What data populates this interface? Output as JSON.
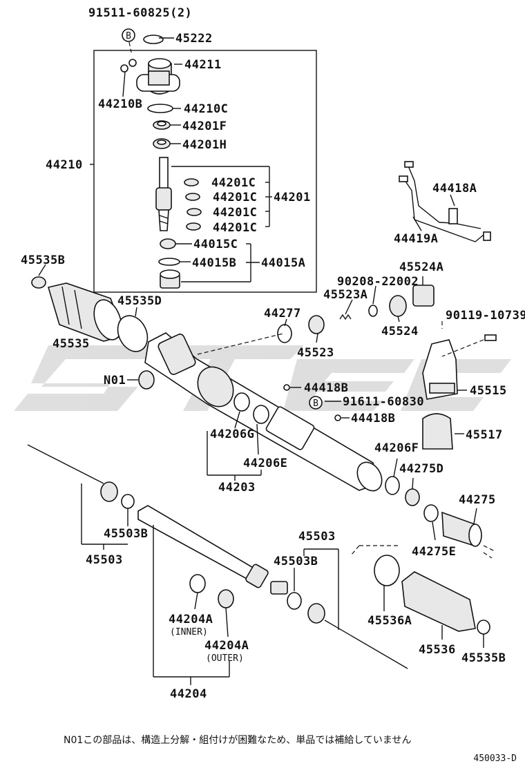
{
  "labels": {
    "p91511": "91511-60825(2)",
    "p45222": "45222",
    "p44211": "44211",
    "p44210B": "44210B",
    "p44210C": "44210C",
    "p44201F": "44201F",
    "p44201H": "44201H",
    "p44210": "44210",
    "p44201C_1": "44201C",
    "p44201C_2": "44201C",
    "p44201C_3": "44201C",
    "p44201C_4": "44201C",
    "p44201": "44201",
    "p44015C": "44015C",
    "p44015B": "44015B",
    "p44015A": "44015A",
    "p44418A": "44418A",
    "p44419A": "44419A",
    "p45535B_top": "45535B",
    "p45524A": "45524A",
    "p90208": "90208-22002",
    "p45523A": "45523A",
    "p45535D": "45535D",
    "p44277": "44277",
    "p45524": "45524",
    "p90119": "90119-10739",
    "p45535": "45535",
    "p45523": "45523",
    "pN01": "N01",
    "p44418B_1": "44418B",
    "p45515": "45515",
    "p91611": "91611-60830",
    "p44418B_2": "44418B",
    "p45517": "45517",
    "p44206G": "44206G",
    "p44206F": "44206F",
    "p44206E": "44206E",
    "p44275D": "44275D",
    "p44203": "44203",
    "p44275": "44275",
    "p45503_top": "45503",
    "p45503B_left": "45503B",
    "p45503B_mid": "45503B",
    "p44275E": "44275E",
    "p45503_left": "45503",
    "p44204A_1": "44204A",
    "p44204A_2": "44204A",
    "p45536A": "45536A",
    "p45536": "45536",
    "p45535B_bot": "45535B",
    "pInner": "(INNER)",
    "pOuter": "(OUTER)",
    "p44204": "44204"
  },
  "bolt_marker": "B",
  "footnote": "N01この部品は、構造上分解・組付けが困難なため、単品では補給していません",
  "diagram_code": "450033-D"
}
